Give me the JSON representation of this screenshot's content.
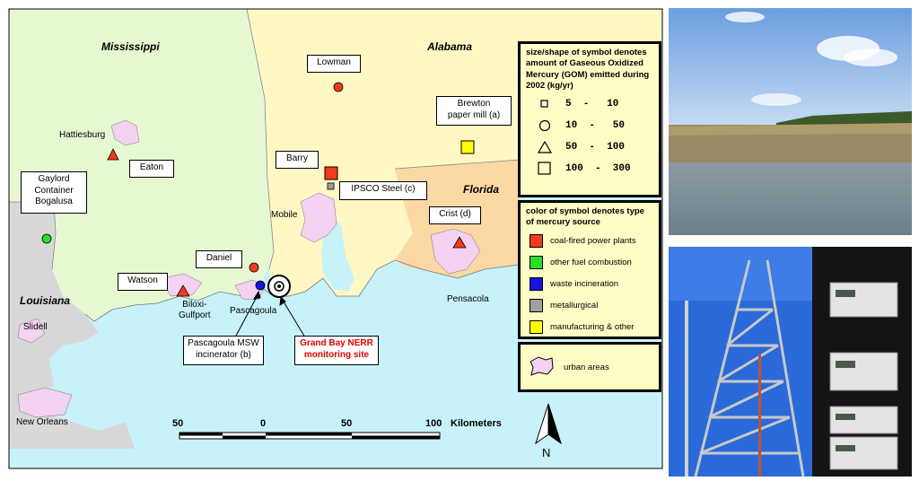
{
  "map": {
    "states": {
      "mississippi": "Mississippi",
      "alabama": "Alabama",
      "florida": "Florida",
      "louisiana": "Louisiana"
    },
    "places": {
      "hattiesburg": "Hattiesburg",
      "mobile": "Mobile",
      "biloxi": "Biloxi-\nGulfport",
      "pascagoula": "Pascagoula",
      "pensacola": "Pensacola",
      "slidell": "Slidell",
      "new_orleans": "New Orleans"
    },
    "sources": {
      "lowman": "Lowman",
      "brewton": "Brewton\npaper mill (a)",
      "barry": "Barry",
      "ipsco": "IPSCO Steel  (c)",
      "crist": "Crist (d)",
      "eaton": "Eaton",
      "gaylord": "Gaylord\nContainer\nBogalusa",
      "daniel": "Daniel",
      "watson": "Watson",
      "pascagoula_msw": "Pascagoula MSW\nincinerator (b)",
      "grand_bay": "Grand Bay NERR\nmonitoring site"
    },
    "scale": {
      "ticks": [
        "50",
        "0",
        "50",
        "100"
      ],
      "unit": "Kilometers"
    },
    "north": "N"
  },
  "legend": {
    "size_title": "size/shape of symbol denotes amount of Gaseous Oxidized Mercury (GOM) emitted during 2002 (kg/yr)",
    "sizes": [
      {
        "shape": "square-small",
        "range": "5  -   10"
      },
      {
        "shape": "circle",
        "range": "10  -   50"
      },
      {
        "shape": "triangle",
        "range": "50  -  100"
      },
      {
        "shape": "square-large",
        "range": "100  -  300"
      }
    ],
    "color_title": "color of symbol denotes type of mercury source",
    "colors": [
      {
        "color": "#f23a1c",
        "label": "coal-fired power plants"
      },
      {
        "color": "#28e028",
        "label": "other fuel combustion"
      },
      {
        "color": "#1414e0",
        "label": "waste incineration"
      },
      {
        "color": "#a0a0a0",
        "label": "metallurgical"
      },
      {
        "color": "#ffff00",
        "label": "manufacturing & other"
      }
    ],
    "urban": "urban areas"
  },
  "colors": {
    "water": "#c8f2f9",
    "ms": "#e6f8d2",
    "al": "#fff8c4",
    "fl": "#fcd8a4",
    "la": "#d8d8d8",
    "urban": "#f4d2f2"
  }
}
